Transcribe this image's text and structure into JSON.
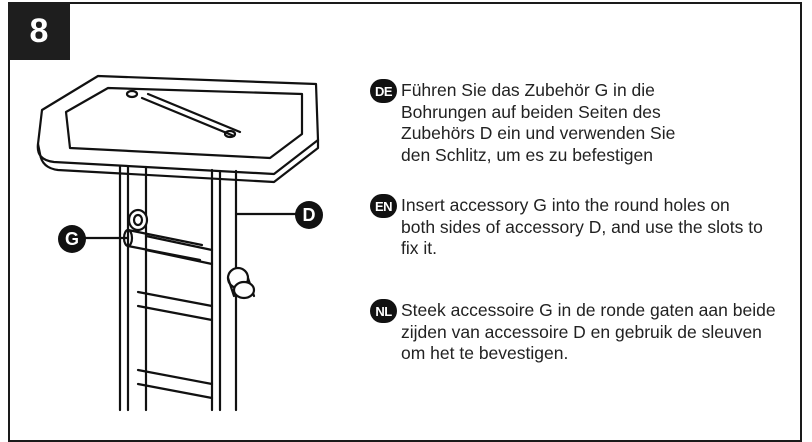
{
  "step": {
    "number": "8"
  },
  "callouts": {
    "g": "G",
    "d": "D"
  },
  "instructions": [
    {
      "lang": "DE",
      "text": "Führen Sie das Zubehör G in die Bohrungen auf beiden Seiten des Zubehörs D ein und verwenden Sie den Schlitz, um es zu befestigen"
    },
    {
      "lang": "EN",
      "text": "Insert accessory G into the round holes on both sides of accessory D, and use the slots to fix it."
    },
    {
      "lang": "NL",
      "text": "Steek accessoire G in de ronde gaten aan beide zijden van accessoire D en gebruik de sleuven om het te bevestigen."
    }
  ]
}
